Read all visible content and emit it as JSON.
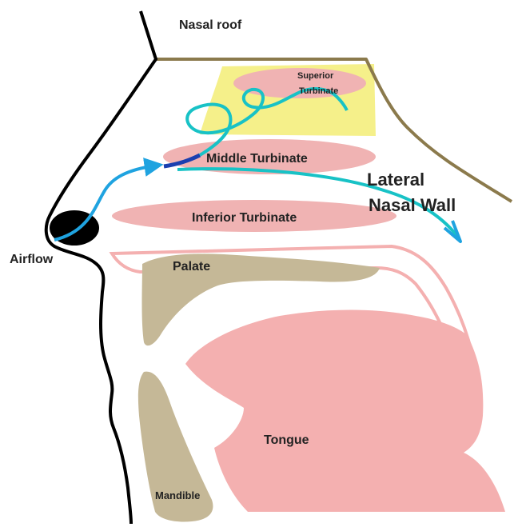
{
  "labels": {
    "nasal_roof": "Nasal roof",
    "superior_turbinate_line1": "Superior",
    "superior_turbinate_line2": "Turbinate",
    "middle_turbinate": "Middle Turbinate",
    "inferior_turbinate": "Inferior Turbinate",
    "lateral_nasal_wall_line1": "Lateral",
    "lateral_nasal_wall_line2": "Nasal Wall",
    "airflow": "Airflow",
    "palate": "Palate",
    "tongue": "Tongue",
    "mandible": "Mandible"
  },
  "colors": {
    "outline": "#000000",
    "roof_wall": "#8b7a4c",
    "olfactory_region": "#f5f08a",
    "turbinate": "#f0b3b3",
    "palate_bone": "#c5b897",
    "tongue": "#f4b0b0",
    "palate_outline": "#f4b0b0",
    "airflow_blue": "#1fa3e0",
    "airflow_teal": "#18c2c6",
    "airflow_dark": "#1a3fb0",
    "nostril": "#000000"
  }
}
